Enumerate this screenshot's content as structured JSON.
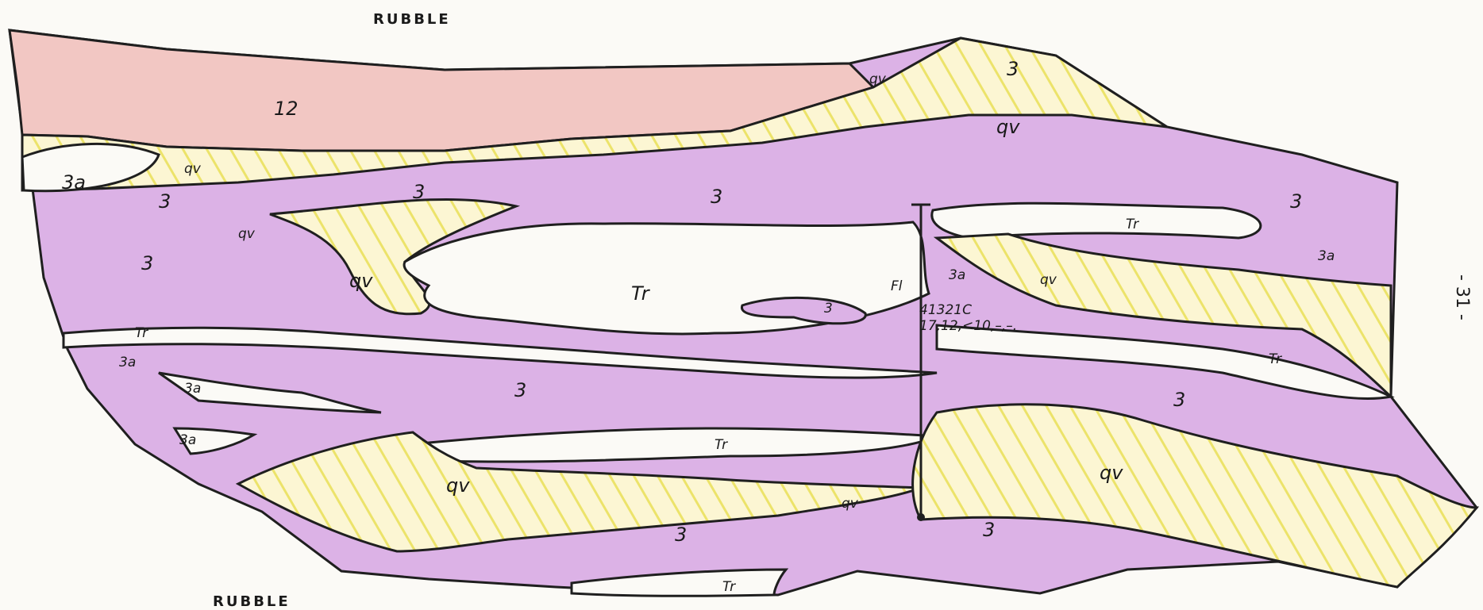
{
  "header": {
    "top_label": "RUBBLE",
    "bottom_label": "RUBBLE",
    "page_number": "- 31 -"
  },
  "colors": {
    "unit_12": "#f2c7c3",
    "unit_3": "#dcb2e6",
    "unit_qv_fill": "#fcf6d3",
    "unit_qv_hatch": "#ece36a",
    "unit_tr": "#fbfaf6",
    "outline": "#1f1f1f"
  },
  "labels": {
    "u12": "12",
    "qv_a": "qv",
    "qv_b": "qv",
    "qv_c": "qv",
    "qv_d": "qv",
    "qv_e": "qv",
    "qv_f": "qv",
    "qv_g": "qv",
    "qv_h": "qv",
    "u3a_a": "3a",
    "u3a_b": "3a",
    "u3a_c": "3a",
    "u3a_d": "3a",
    "u3a_e": "3a",
    "u3a_f": "3a",
    "u3_a": "3",
    "u3_b": "3",
    "u3_c": "3",
    "u3_d": "3",
    "u3_e": "3",
    "u3_f": "3",
    "u3_g": "3",
    "u3_h": "3",
    "u3_i": "3",
    "u3_j": "3",
    "u3_k": "3",
    "tr_a": "Tr",
    "tr_b": "Tr",
    "tr_c": "Tr",
    "tr_d": "Tr",
    "tr_e": "Tr",
    "tr_f": "Tr",
    "fl": "Fl",
    "sample_id": "41321C",
    "sample_values": "17,12,<10,–,–."
  }
}
